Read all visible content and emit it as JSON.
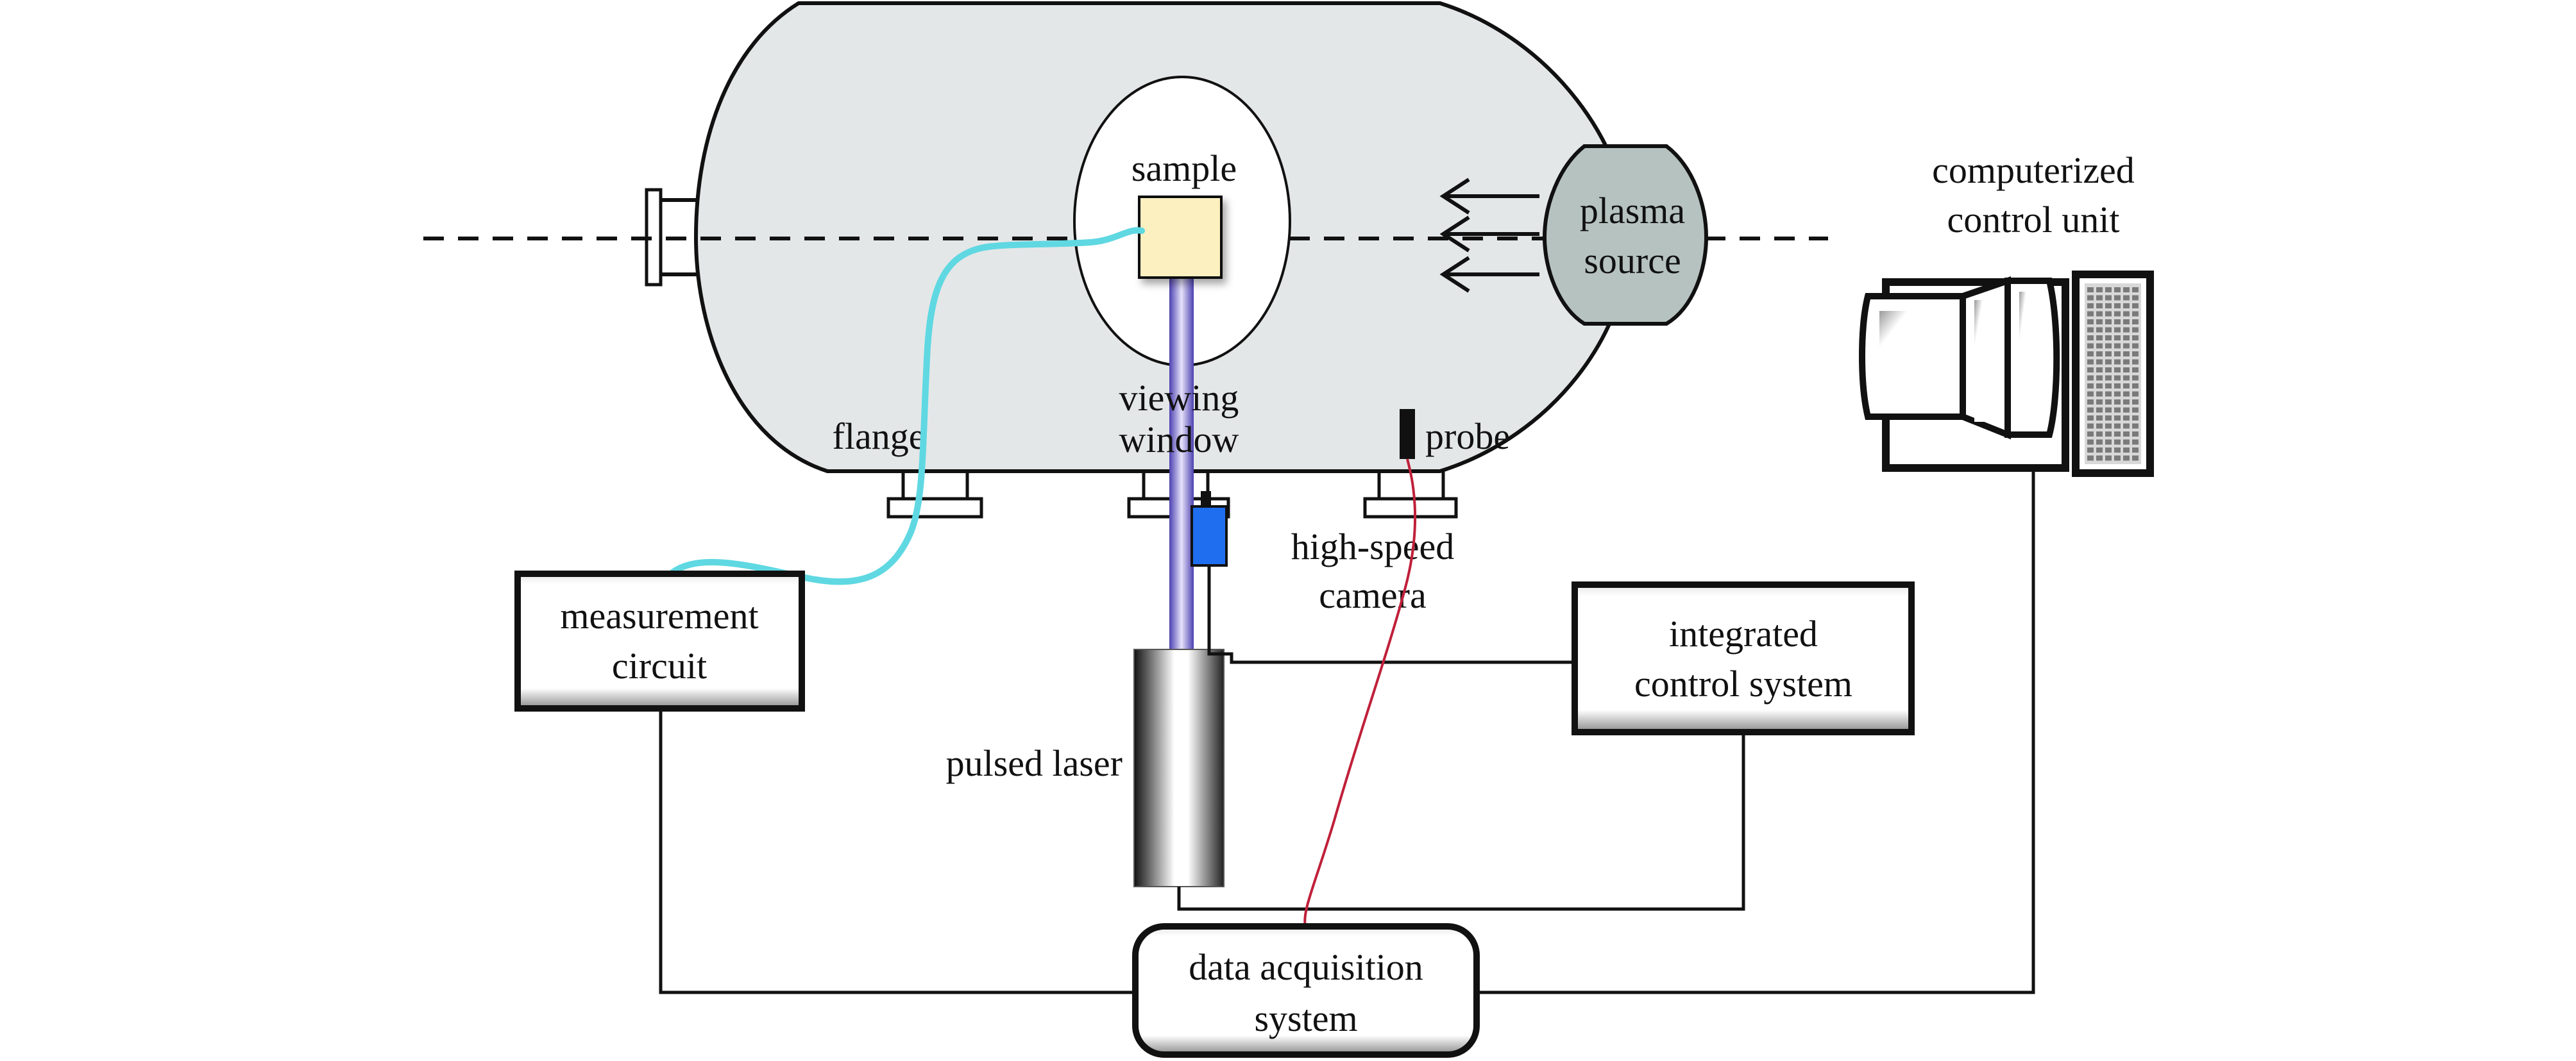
{
  "diagram": {
    "title": "Experimental setup: plasma-exposed sample with pulsed laser and diagnostics",
    "colors": {
      "chamber_fill": "#e4e7e8",
      "plasma_source_fill": "#b6c2bf",
      "sample_fill": "#fcefc0",
      "laser_beam": "#6e63c9",
      "camera_fill": "#1f6ef0",
      "fiber_cable": "#5fd8e2",
      "probe_wire": "#c0203a",
      "line": "#111111"
    },
    "labels": {
      "sample": "sample",
      "plasma_source": [
        "plasma",
        "source"
      ],
      "flange": "flange",
      "viewing_window": [
        "viewing",
        "window"
      ],
      "probe": "probe",
      "high_speed_camera": [
        "high-speed",
        "camera"
      ],
      "pulsed_laser": "pulsed laser",
      "measurement_circuit": [
        "measurement",
        "circuit"
      ],
      "integrated_control_system": [
        "integrated",
        "control system"
      ],
      "data_acquisition_system": [
        "data acquisition",
        "system"
      ],
      "computerized_control_unit": [
        "computerized",
        "control unit"
      ]
    },
    "icons": {
      "computer": "desktop-computer-icon",
      "keyboard": "keyboard-icon",
      "arrows": "left-arrow-icon"
    }
  }
}
